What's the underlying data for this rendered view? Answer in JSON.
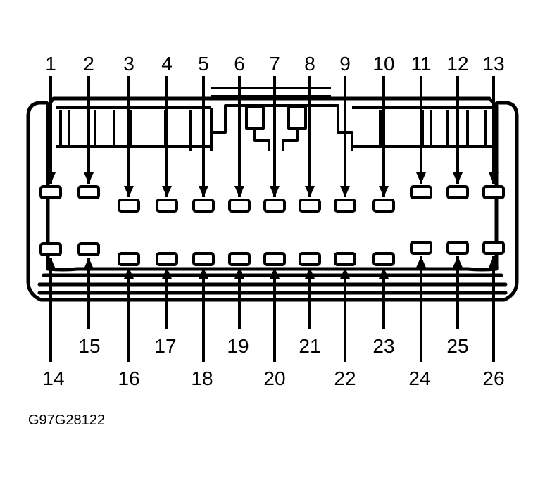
{
  "diagram": {
    "figure_code": "G97G28122",
    "top_row_pins": [
      "1",
      "2",
      "3",
      "4",
      "5",
      "6",
      "7",
      "8",
      "9",
      "10",
      "11",
      "12",
      "13"
    ],
    "bottom_row_pins": [
      "14",
      "15",
      "16",
      "17",
      "18",
      "19",
      "20",
      "21",
      "22",
      "23",
      "24",
      "25",
      "26"
    ]
  }
}
